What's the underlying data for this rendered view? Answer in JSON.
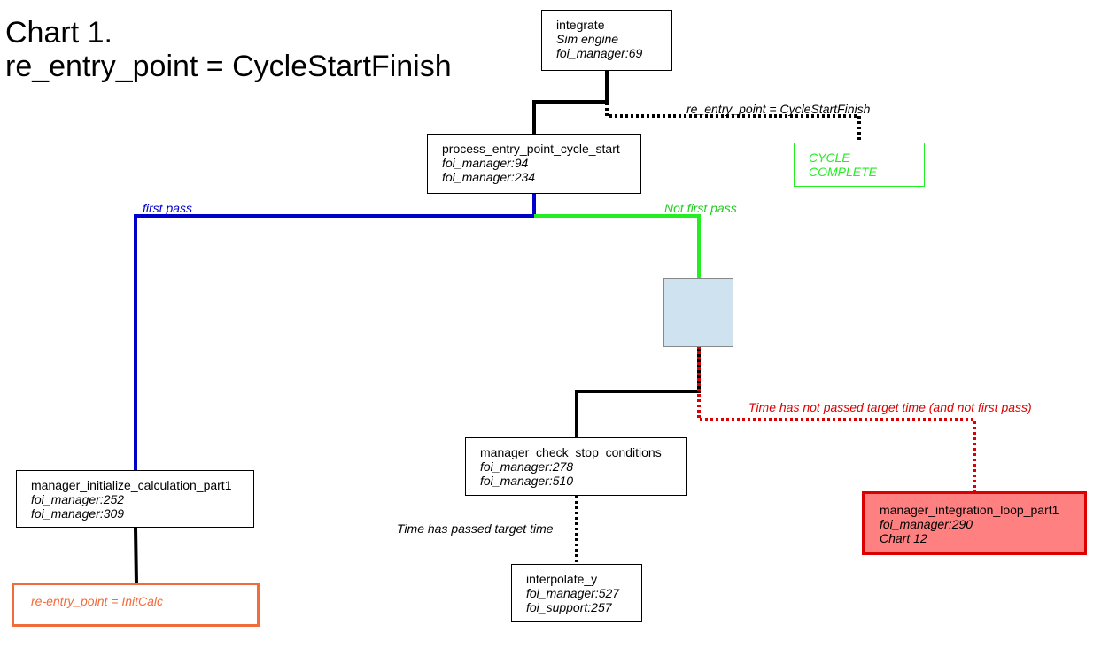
{
  "title": {
    "line1": "Chart 1.",
    "line2": "re_entry_point = CycleStartFinish"
  },
  "colors": {
    "black": "#000000",
    "blue": "#0000cc",
    "green": "#22ee22",
    "red": "#dd0000",
    "orange": "#f26b3a",
    "decision_fill": "#cfe2f0",
    "red_fill": "#ff8080"
  },
  "nodes": {
    "integrate": {
      "name": "integrate",
      "line2": "Sim engine",
      "line3": "foi_manager:69"
    },
    "process_entry": {
      "name": "process_entry_point_cycle_start",
      "line2": "foi_manager:94",
      "line3": "foi_manager:234"
    },
    "cycle_complete": {
      "line1": "CYCLE",
      "line2": "COMPLETE"
    },
    "init_calc": {
      "name": "manager_initialize_calculation_part1",
      "line2": "foi_manager:252",
      "line3": "foi_manager:309"
    },
    "reentry_initcalc": {
      "text": "re-entry_point = InitCalc"
    },
    "check_stop": {
      "name": "manager_check_stop_conditions",
      "line2": "foi_manager:278",
      "line3": "foi_manager:510"
    },
    "interpolate": {
      "name": "interpolate_y",
      "line2": "foi_manager:527",
      "line3": "foi_support:257"
    },
    "integration_loop": {
      "name": "manager_integration_loop_part1",
      "line2": "foi_manager:290",
      "line3": "Chart 12"
    }
  },
  "edge_labels": {
    "cycle_start_finish": "re_entry_point = CycleStartFinish",
    "first_pass": "first pass",
    "not_first_pass": "Not first pass",
    "not_passed": "Time has not passed target time (and not first pass)",
    "passed": "Time has passed target time"
  }
}
